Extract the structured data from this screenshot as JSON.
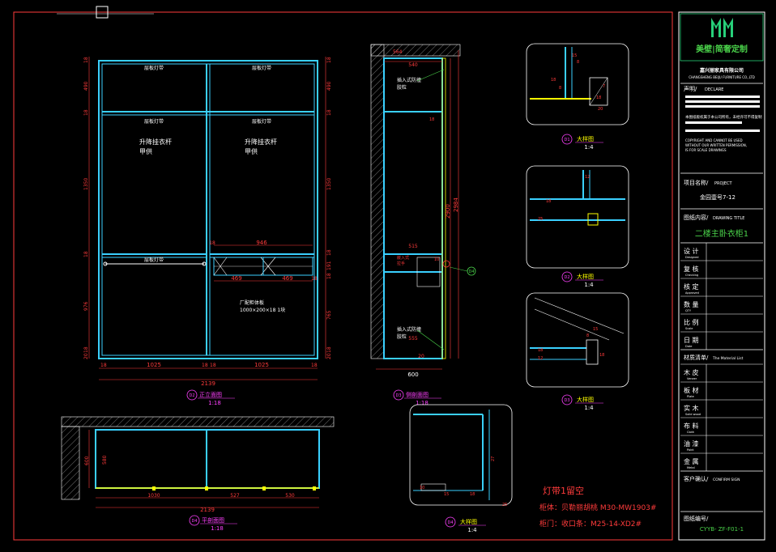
{
  "brand": {
    "name": "美壁|简奢定制",
    "company_cn": "嘉兴丽家具有限公司",
    "company_en": "CHANGSHENG BEIJU FURNITURE CO.,LTD",
    "logo_colors": {
      "primary": "#27d07a"
    }
  },
  "titleblock": {
    "statement_label": "声明/",
    "statement_label_en": "DECLARE",
    "statement_warning": "本图纸版权属于本公司所有，未经许可不得复制",
    "statement_en_1": "COPYRIGHT AND CANNOT BE USED",
    "statement_en_2": "WITHOUT OUR WRITTEN PERMISSION,",
    "statement_en_3": "IS FOR SCALE DRAWINGS",
    "project_label": "项目名称/",
    "project_label_en": "PROJECT",
    "project_name": "金园壹号7-12",
    "content_label": "图纸内容/",
    "content_label_en": "DRAWING TITLE",
    "content_name": "二楼主卧衣柜1",
    "rows": [
      {
        "label": "设 计",
        "en": "Designed"
      },
      {
        "label": "复 核",
        "en": "Checking"
      },
      {
        "label": "核 定",
        "en": "Approved"
      },
      {
        "label": "数 量",
        "en": "QTY"
      },
      {
        "label": "比 例",
        "en": "Scale"
      },
      {
        "label": "日 期",
        "en": "Date"
      }
    ],
    "material_label": "材质清单/",
    "material_label_en": "The Material List",
    "materials": [
      {
        "label": "木 皮",
        "en": "Veneer"
      },
      {
        "label": "板 材",
        "en": "Plate"
      },
      {
        "label": "实 木",
        "en": "Solid wood"
      },
      {
        "label": "布 料",
        "en": "Cloth"
      },
      {
        "label": "油 漆",
        "en": "Paint"
      },
      {
        "label": "金 属",
        "en": "Metal"
      }
    ],
    "client_label": "客户确认/",
    "client_label_en": "CONFIRM SIGN",
    "drawing_no_label": "图纸编号/",
    "drawing_no": "CYYB- ZF-F01-1"
  },
  "notes": {
    "line1": "灯带1留空",
    "line2": "柜体：贝勒丽胡桃 M30-MW1903#",
    "line3": "柜门：收口条：M25-14-XD2#"
  },
  "views": {
    "front": {
      "title": "正立面图",
      "scale": "1:18",
      "num": "D2"
    },
    "side": {
      "title": "侧剖面图",
      "scale": "1:18",
      "num": "D3"
    },
    "plan": {
      "title": "平剖面图",
      "scale": "1:18",
      "num": "D4"
    },
    "d1": {
      "title": "大样图",
      "scale": "1:4",
      "num": "D1"
    },
    "d2": {
      "title": "大样图",
      "scale": "1:4",
      "num": "D2"
    },
    "d3": {
      "title": "大样图",
      "scale": "1:4",
      "num": "D3"
    },
    "d4": {
      "title": "大样图",
      "scale": "1:4",
      "num": "D4"
    }
  },
  "front_labels": {
    "led1": "层板灯带",
    "led2": "层板灯带",
    "led3": "层板灯带",
    "led4": "层板灯带",
    "led5": "层板灯带",
    "lift_rod_1": "升降挂衣杆",
    "supply_1": "甲供",
    "lift_rod_2": "升降挂衣杆",
    "supply_2": "甲供",
    "body_board": "厂配柜体板",
    "body_board_size": "1000×200×18  1块"
  },
  "front_dims": {
    "top_left_1": "18",
    "top_left_2": "490",
    "top_left_3": "18",
    "mid_left": "1350",
    "mid_left_2": "18",
    "bottom_left": "976",
    "bottom_left_2": "18",
    "bottom_left_3": "20",
    "right_1": "18",
    "right_2": "490",
    "right_3": "18",
    "right_4": "1350",
    "right_5": "18",
    "right_6": "191",
    "right_7": "18",
    "right_8": "765",
    "right_9": "18",
    "right_10": "20",
    "drawer_w": "946",
    "drawer_w2": "18",
    "half_1": "469",
    "half_2": "469",
    "half_3": "18",
    "bottom_1": "18",
    "bottom_2": "1025",
    "bottom_3": "18",
    "bottom_4": "18",
    "bottom_5": "1025",
    "bottom_6": "18",
    "total": "2139"
  },
  "side_dims": {
    "top_w": "564",
    "inner": "540",
    "drawer_d": "515",
    "lower": "555",
    "lower2": "20",
    "bottom": "600",
    "h1": "2900",
    "h2": "2984",
    "small_1": "18",
    "small_2": "10",
    "insert_1": "插入式防撞",
    "insert_1b": "胶粒",
    "insert_2": "插入式防撞",
    "insert_2b": "胶粒",
    "hinge": "嵌入式",
    "hinge2": "拉手"
  },
  "plan_dims": {
    "depth": "600",
    "inner": "580",
    "left_w": "1030",
    "mid_w": "527",
    "right_w": "530",
    "total": "2139"
  },
  "detail_dims": {
    "d1_a": "15",
    "d1_b": "8",
    "d1_c": "18",
    "d1_d": "8",
    "d1_e": "7",
    "d1_f": "18",
    "d1_g": "20",
    "d2_a": "12",
    "d2_b": "18",
    "d2_c": "25",
    "d3_a": "15",
    "d3_b": "8",
    "d3_c": "18",
    "d3_d": "12",
    "d3_e": "18",
    "d4_a": "27",
    "d4_b": "25",
    "d4_c": "18",
    "d4_d": "15",
    "d4_e": "10"
  }
}
